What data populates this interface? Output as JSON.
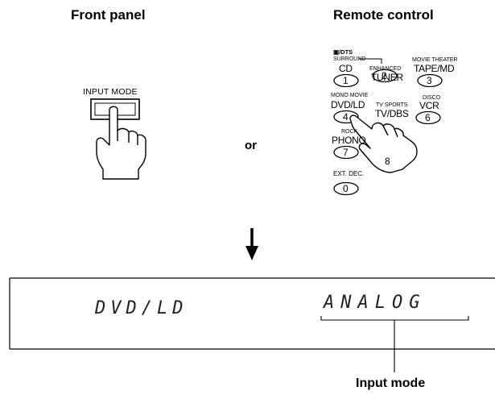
{
  "headings": {
    "front_panel": "Front panel",
    "remote_control": "Remote control"
  },
  "front_panel": {
    "button_label": "INPUT MODE"
  },
  "connector": {
    "or": "or"
  },
  "remote": {
    "surround_label": "▣/DTS",
    "surround_sub": "SURROUND",
    "cd_label": "CD",
    "btn1": "1",
    "enhanced_label": "ENHANCED",
    "tuner_label": "TUNER",
    "btn2": "2",
    "movie_theater_label": "MOVIE THEATER",
    "tape_label": "TAPE/MD",
    "btn3": "3",
    "mono_movie_label": "MONO MOVIE",
    "dvd_label": "DVD/LD",
    "btn4": "4",
    "tv_sports_label": "TV SPORTS",
    "tvdbs_label": "TV/DBS",
    "disco_label": "DISCO",
    "vcr_label": "VCR",
    "btn6": "6",
    "rock_label": "ROCK",
    "phono_label": "PHONO",
    "btn7": "7",
    "btn8": "8",
    "ext_dec_label": "EXT. DEC.",
    "btn0": "0"
  },
  "display": {
    "source": "DVD/LD",
    "mode": "ANALOG"
  },
  "caption": {
    "input_mode": "Input mode"
  }
}
